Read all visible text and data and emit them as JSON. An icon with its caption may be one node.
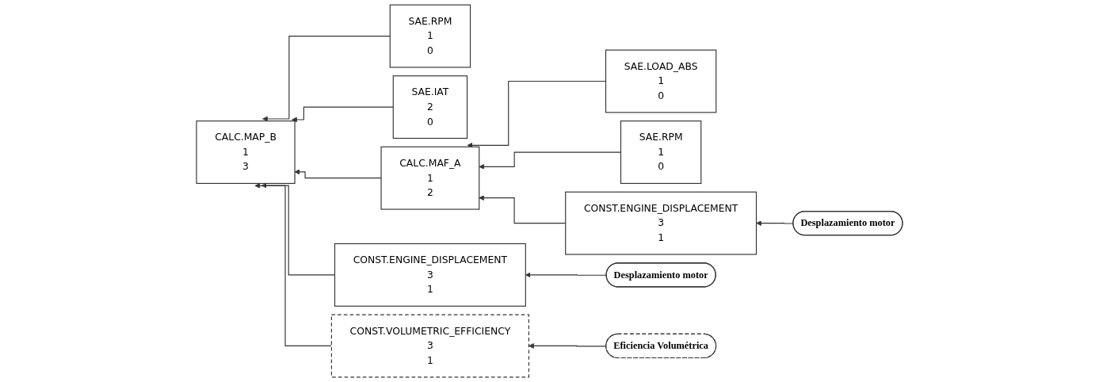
{
  "diagram": {
    "nodes": [
      {
        "text": [
          "CALC.MAP_B",
          "1",
          "3"
        ]
      },
      {
        "text": [
          "SAE.RPM",
          "1",
          "0"
        ]
      },
      {
        "text": [
          "SAE.IAT",
          "2",
          "0"
        ]
      },
      {
        "text": [
          "CALC.MAF_A",
          "1",
          "2"
        ]
      },
      {
        "text": [
          "SAE.LOAD_ABS",
          "1",
          "0"
        ]
      },
      {
        "text": [
          "SAE.RPM",
          "1",
          "0"
        ]
      },
      {
        "text": [
          "CONST.ENGINE_DISPLACEMENT",
          "3",
          "1"
        ]
      },
      {
        "text": [
          "Desplazamiento motor"
        ]
      },
      {
        "text": [
          "CONST.ENGINE_DISPLACEMENT",
          "3",
          "1"
        ]
      },
      {
        "text": [
          "Desplazamiento motor"
        ]
      },
      {
        "text": [
          "CONST.VOLUMETRIC_EFFICIENCY",
          "3",
          "1"
        ]
      },
      {
        "text": [
          "Eficiencia Volumétrica"
        ]
      }
    ],
    "edges": [
      {
        "from": 1,
        "to": 0,
        "arrow": "to"
      },
      {
        "from": 2,
        "to": 0,
        "arrow": "to"
      },
      {
        "from": 3,
        "to": 0,
        "arrow": "to"
      },
      {
        "from": 8,
        "to": 0,
        "arrow": "to"
      },
      {
        "from": 10,
        "to": 0,
        "arrow": "to"
      },
      {
        "from": 4,
        "to": 3,
        "arrow": "to"
      },
      {
        "from": 5,
        "to": 3,
        "arrow": "to"
      },
      {
        "from": 6,
        "to": 3,
        "arrow": "to"
      },
      {
        "from": 7,
        "to": 6,
        "arrow": "to"
      },
      {
        "from": 9,
        "to": 8,
        "arrow": "to"
      },
      {
        "from": 11,
        "to": 10,
        "arrow": "to"
      }
    ]
  }
}
